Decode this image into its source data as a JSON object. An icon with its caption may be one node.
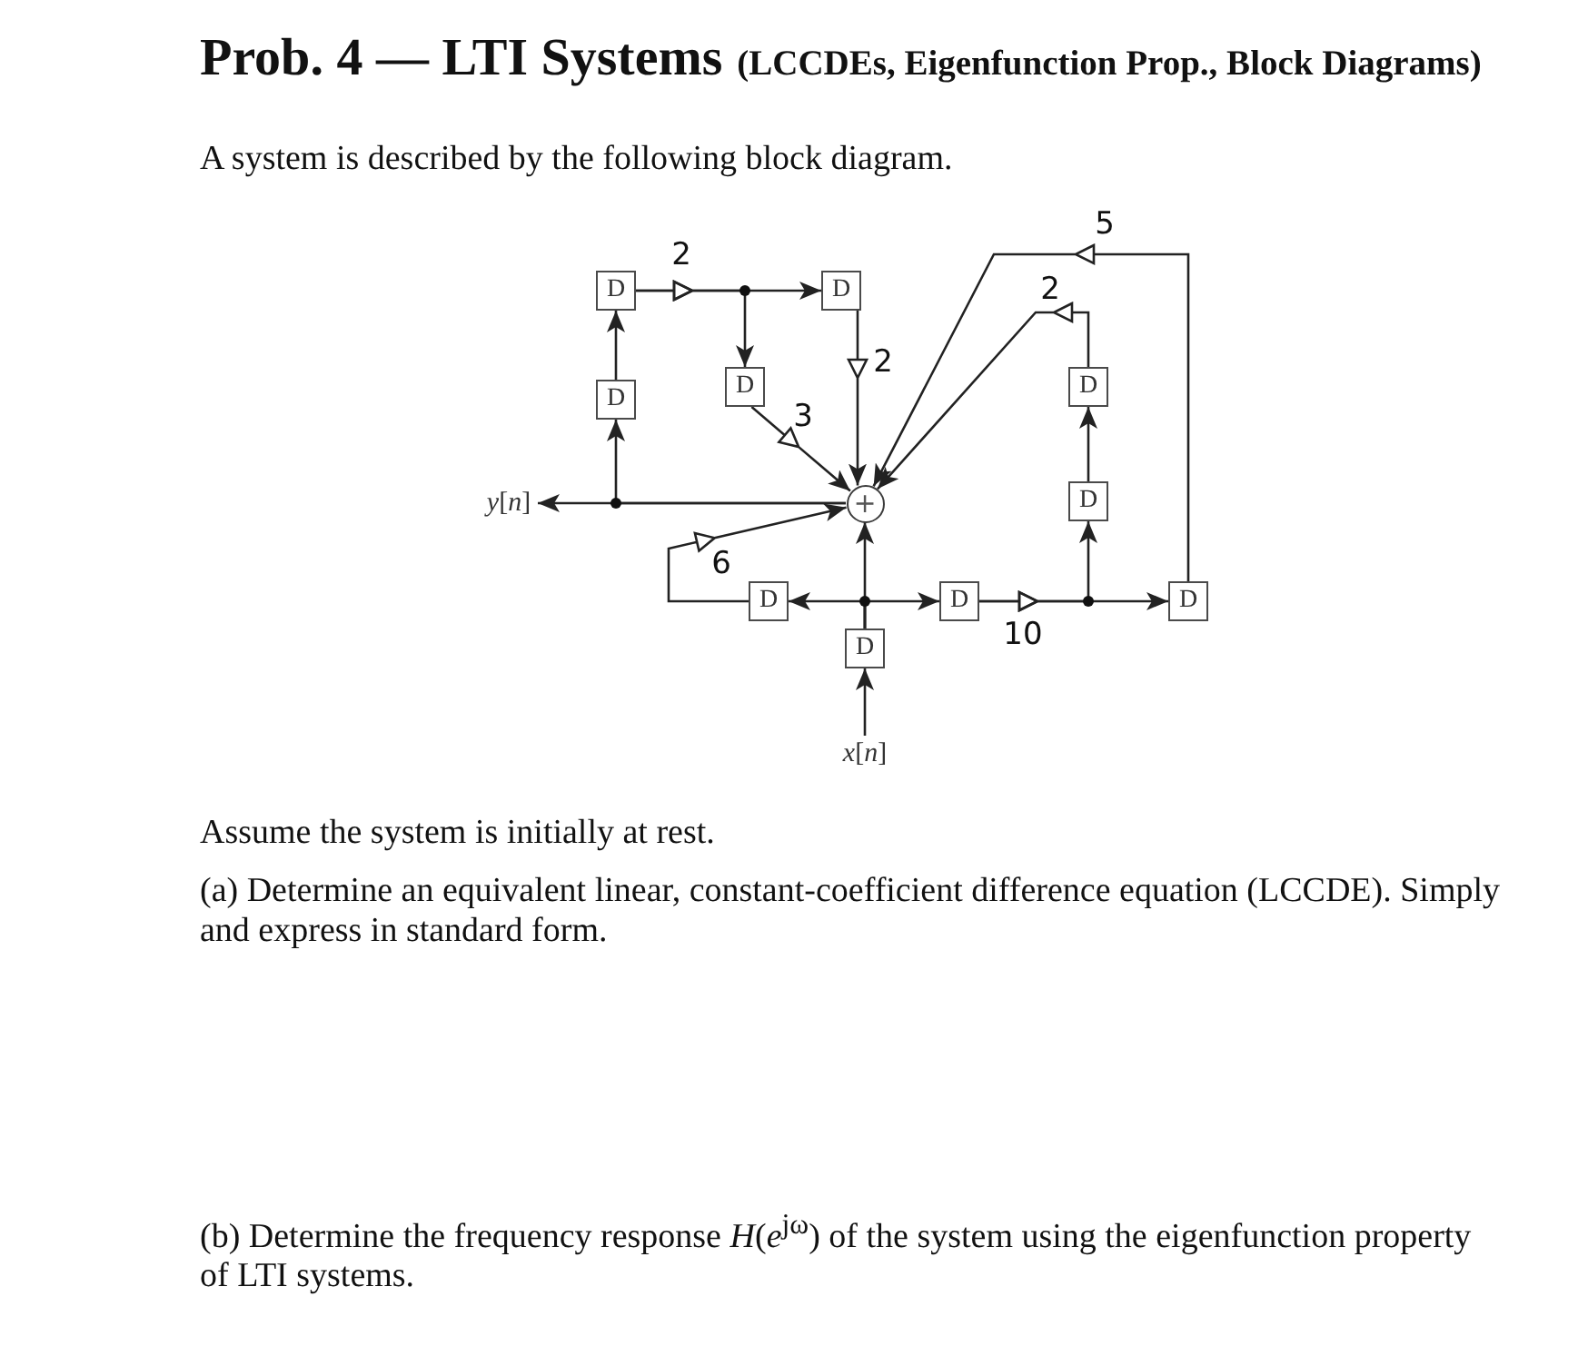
{
  "diagram": {
    "title": "Prob. 4 — LTI Systems",
    "nodes": [
      {
        "text": [
          "D"
        ]
      },
      {
        "text": [
          "D"
        ]
      },
      {
        "text": [
          "D"
        ]
      },
      {
        "text": [
          "D"
        ]
      },
      {
        "text": [
          "D"
        ]
      },
      {
        "text": [
          "*y*[*n*]"
        ]
      },
      {
        "text": [
          "+"
        ]
      },
      {
        "text": [
          "D"
        ]
      },
      {
        "text": [
          "D"
        ]
      },
      {
        "text": [
          "D"
        ]
      },
      {
        "text": [
          "D"
        ]
      },
      {
        "text": [
          "D"
        ]
      },
      {
        "text": [
          "*x*[*n*]"
        ]
      }
    ],
    "edges": [
      {
        "from": 12,
        "to": 11,
        "arrow": "to"
      },
      {
        "from": 11,
        "to": 8,
        "arrow": "to"
      },
      {
        "from": 11,
        "to": 9,
        "arrow": "to"
      },
      {
        "from": 11,
        "to": 6,
        "arrow": "to"
      },
      {
        "from": 8,
        "to": 6,
        "arrow": "to",
        "label": "6"
      },
      {
        "from": 9,
        "to": 7,
        "arrow": "to",
        "label": "10"
      },
      {
        "from": 9,
        "to": 10,
        "arrow": "to"
      },
      {
        "from": 7,
        "to": 4,
        "arrow": "to"
      },
      {
        "from": 4,
        "to": 6,
        "arrow": "to",
        "label": "2"
      },
      {
        "from": 10,
        "to": 6,
        "arrow": "to",
        "label": "5"
      },
      {
        "from": 0,
        "to": 1,
        "arrow": "to",
        "label": "2"
      },
      {
        "from": 0,
        "to": 3,
        "arrow": "to"
      },
      {
        "from": 1,
        "to": 6,
        "arrow": "to",
        "label": "2"
      },
      {
        "from": 3,
        "to": 6,
        "arrow": "to",
        "label": "3"
      },
      {
        "from": 6,
        "to": 5,
        "arrow": "to"
      },
      {
        "from": 6,
        "to": 2,
        "arrow": "to"
      },
      {
        "from": 2,
        "to": 0,
        "arrow": "to"
      }
    ],
    "labels": [
      "(LCCDEs, Eigenfunction Prop., Block Diagrams)",
      "A system is described by the following block diagram.",
      "Assume the system is initially at rest.",
      "(a) Determine an equivalent linear, constant-coefficient difference equation (LCCDE). Simply and express in standard form.",
      "(b) Determine the frequency response *H*(*e*$^{jω}$) of the system using the eigenfunction property of LTI systems."
    ]
  }
}
